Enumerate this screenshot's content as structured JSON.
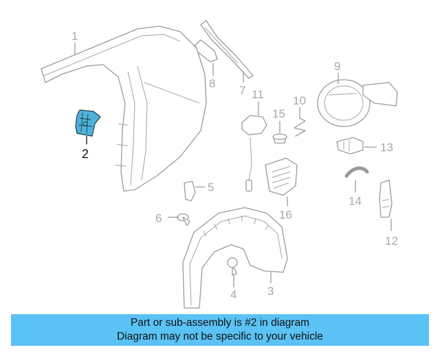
{
  "diagram": {
    "highlight_color": "#4fb3d9",
    "highlighted_part": "2",
    "callouts": [
      "1",
      "2",
      "3",
      "4",
      "5",
      "6",
      "7",
      "8",
      "9",
      "10",
      "11",
      "12",
      "13",
      "14",
      "15",
      "16"
    ]
  },
  "banner": {
    "line1": "Part or sub-assembly is #2 in diagram",
    "line2": "Diagram may not be specific to your vehicle",
    "background": "#5ac2f5"
  }
}
